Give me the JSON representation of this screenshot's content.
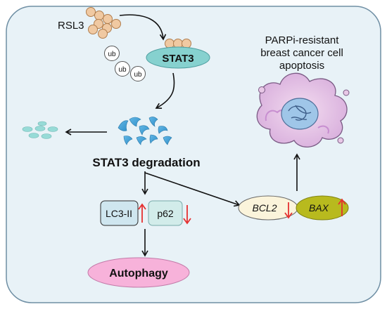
{
  "labels": {
    "rsl3": "RSL3",
    "stat3": "STAT3",
    "ub": "ub",
    "stat3_degradation": "STAT3 degradation",
    "outcome_line1": "PARPi-resistant",
    "outcome_line2": "breast cancer cell",
    "outcome_line3": "apoptosis",
    "lc3": "LC3-II",
    "p62": "p62",
    "bcl2": "BCL2",
    "bax": "BAX",
    "autophagy": "Autophagy"
  },
  "changes": {
    "lc3": "up",
    "p62": "down",
    "bcl2": "down",
    "bax": "up"
  },
  "colors": {
    "panel_bg": "#e8f2f7",
    "panel_border": "#6f8fa4",
    "stat3_fill": "#86d1cf",
    "lc3_fill": "#cfe6ef",
    "p62_fill": "#d2ecea",
    "bcl2_fill": "#fbf4db",
    "bax_fill": "#b8ba1e",
    "autophagy_fill": "#f7b2da",
    "rsl3_fill": "#f0c9a2",
    "arrow_red": "#e53030",
    "arrow_black": "#111111"
  }
}
